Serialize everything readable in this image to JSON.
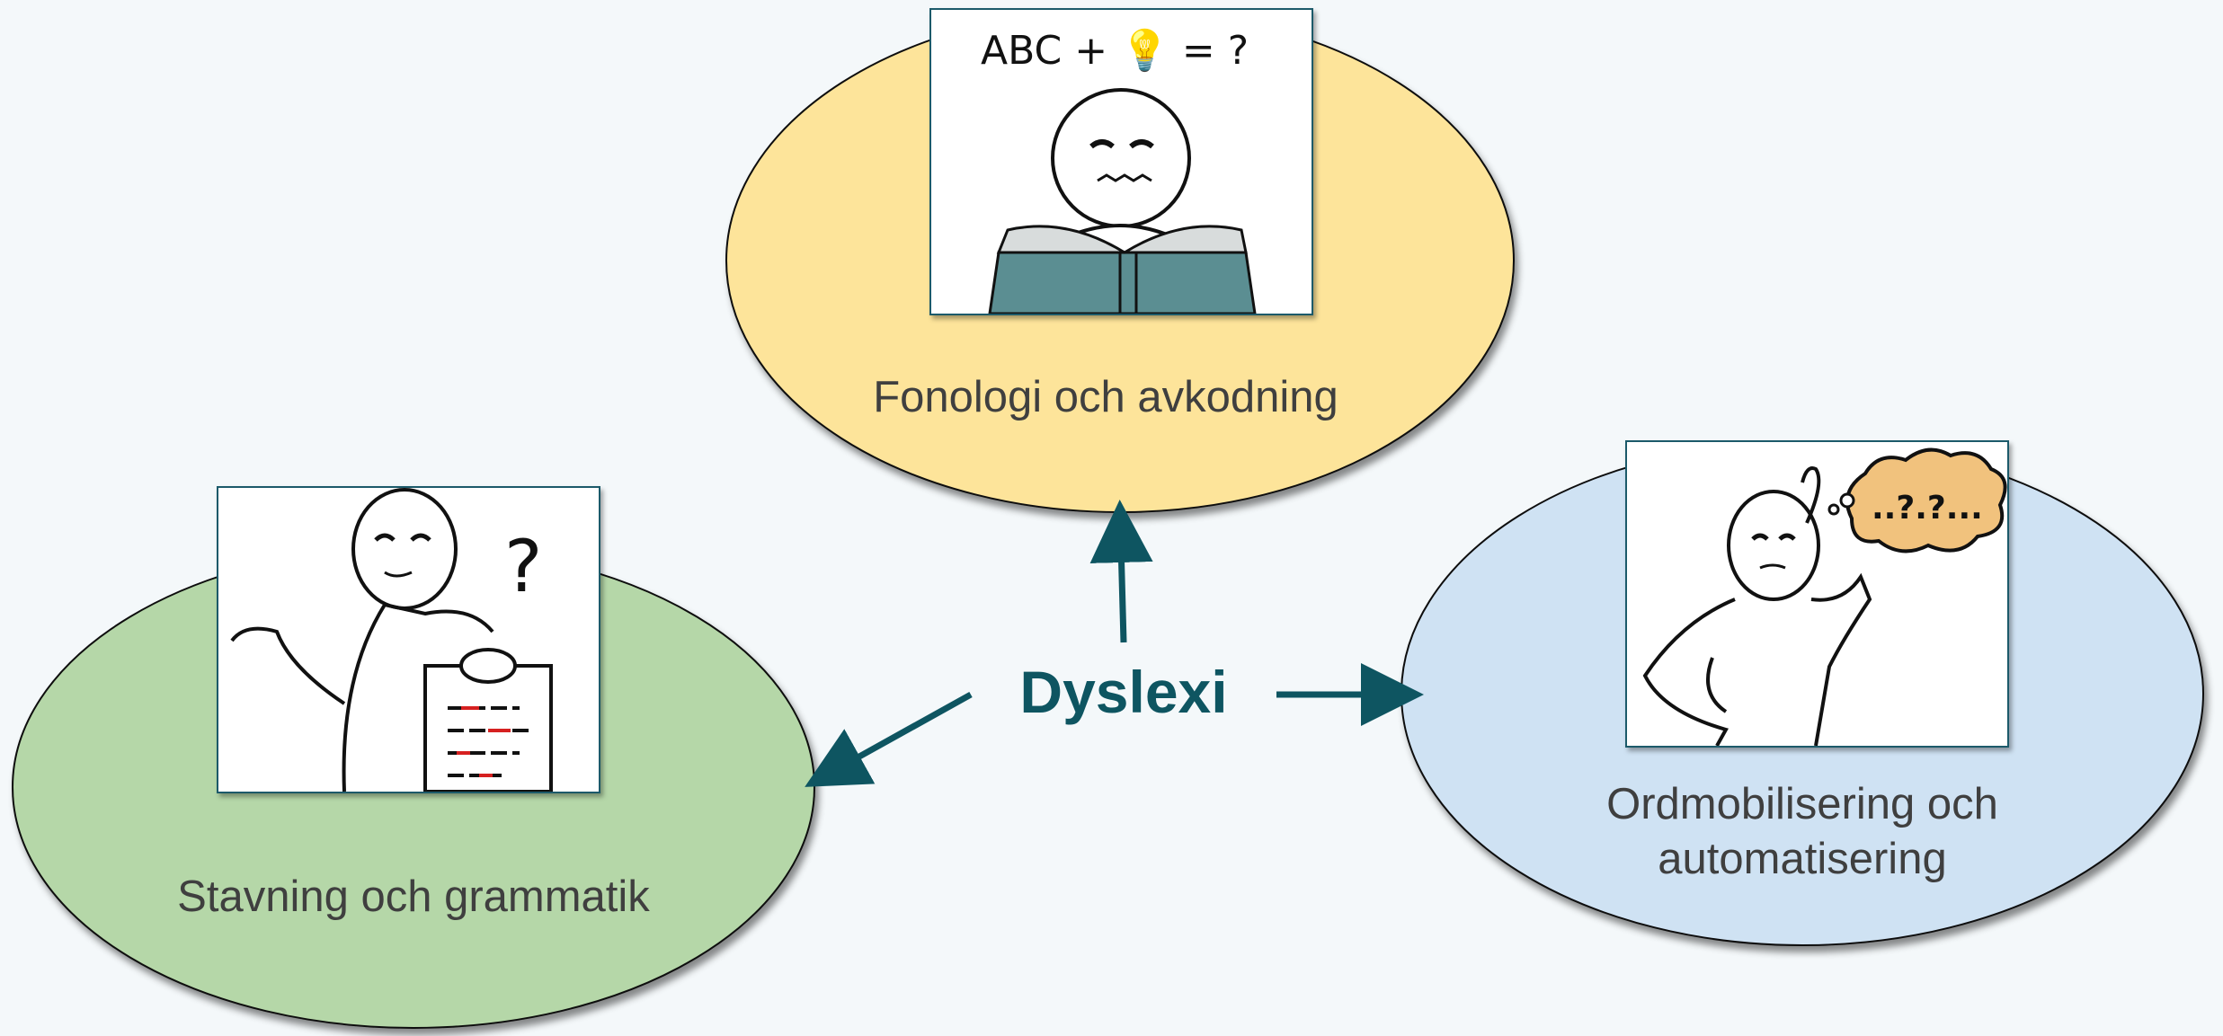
{
  "center": {
    "title": "Dyslexi",
    "color": "#0e5561"
  },
  "areas": {
    "top": {
      "label": "Fonologi och avkodning",
      "fill": "#fde49a"
    },
    "left": {
      "label": "Stavning och grammatik",
      "fill": "#b5d7a8"
    },
    "right": {
      "label": "Ordmobilisering och\nautomatisering",
      "fill": "#cfe2f3"
    }
  },
  "illustrations": {
    "top": {
      "icon": "reading-person-icon",
      "formula": "ABC + 💡 = ?"
    },
    "left": {
      "icon": "confused-person-with-paper-icon",
      "glyph": "?"
    },
    "right": {
      "icon": "thinking-person-icon",
      "bubble": "..?.?..."
    }
  }
}
